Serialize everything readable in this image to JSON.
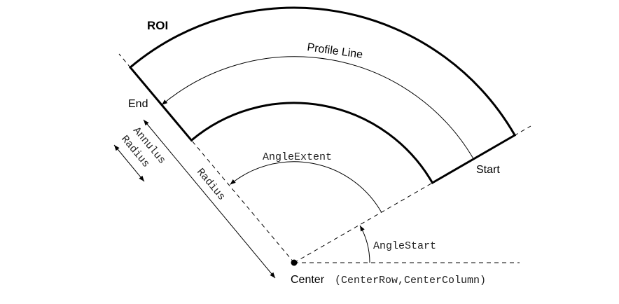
{
  "labels": {
    "roi": "ROI",
    "profile_line": "Profile Line",
    "end": "End",
    "start": "Start",
    "angle_extent": "AngleExtent",
    "angle_start": "AngleStart",
    "center": "Center",
    "center_params": "(CenterRow,CenterColumn)",
    "annulus": "Annulus",
    "annulus_radius": "Radius",
    "radius": "Radius"
  }
}
